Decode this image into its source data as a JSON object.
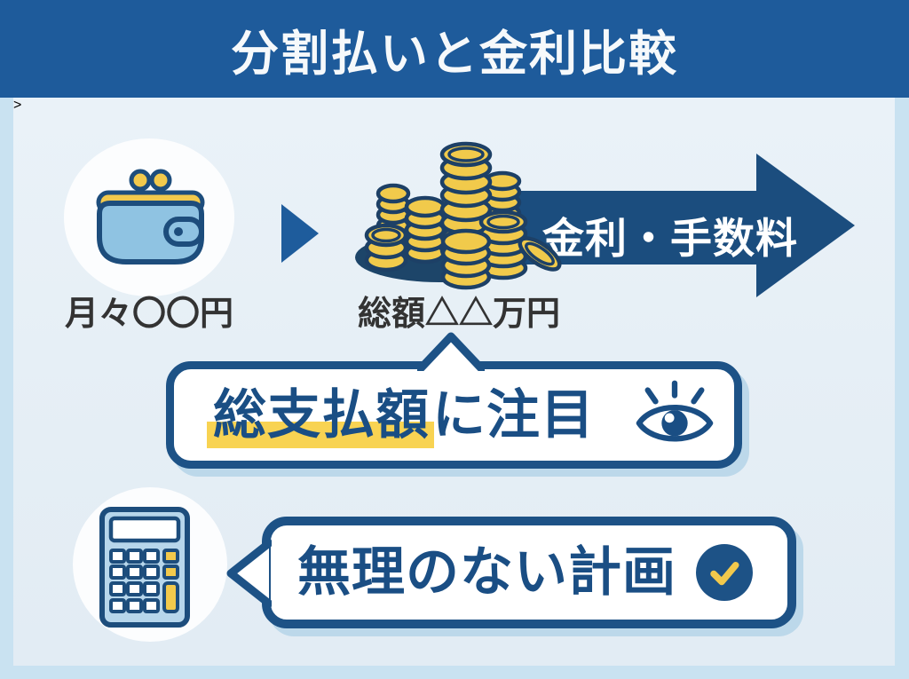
{
  "header": {
    "title": "分割払いと金利比較"
  },
  "flow": {
    "wallet_label": "月々〇〇円",
    "coins_label": "総額△△万円",
    "arrow_label": "金利・手数料"
  },
  "callouts": {
    "attention": {
      "highlight": "総支払額",
      "rest": "に注目"
    },
    "plan": {
      "text": "無理のない計画"
    }
  },
  "icons": {
    "wallet": "wallet-icon",
    "coins": "coin-stack-icon",
    "step_triangle": "triangle-right-icon",
    "big_arrow": "arrow-right-icon",
    "eye": "eye-icon",
    "calculator": "calculator-icon",
    "check": "check-circle-icon"
  },
  "palette": {
    "header_blue": "#1e5b9b",
    "arrow_navy": "#1b4d7e",
    "border_blue": "#1d5286",
    "content_bg": "#e7eff6",
    "frame_blue": "#c9e2f1",
    "coin_yellow": "#f1ca4b",
    "highlight_yellow": "#f8d352",
    "wallet_blue": "#8fc3e2",
    "calculator_blue": "#b7d6eb",
    "check_yellow": "#f2c94c",
    "label_dark": "#333333",
    "bubble_text_blue": "#1a4e84"
  }
}
